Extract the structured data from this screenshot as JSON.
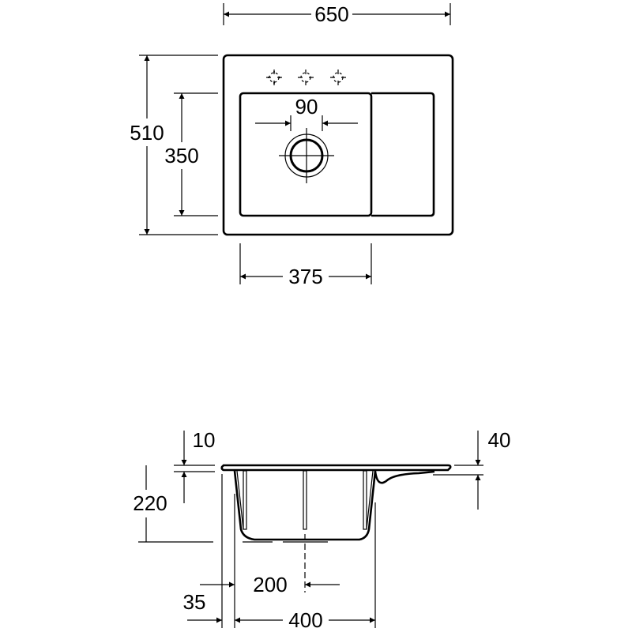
{
  "plan_view": {
    "overall_width": "650",
    "overall_depth": "510",
    "bowl_depth": "350",
    "bowl_width": "375",
    "drain_diameter": "90"
  },
  "section_view": {
    "rim_thickness": "10",
    "bowl_height": "220",
    "drainer_height": "40",
    "drain_offset": "200",
    "rim_offset": "35",
    "bowl_width": "400"
  },
  "colors": {
    "line": "#000000",
    "background": "#ffffff"
  }
}
